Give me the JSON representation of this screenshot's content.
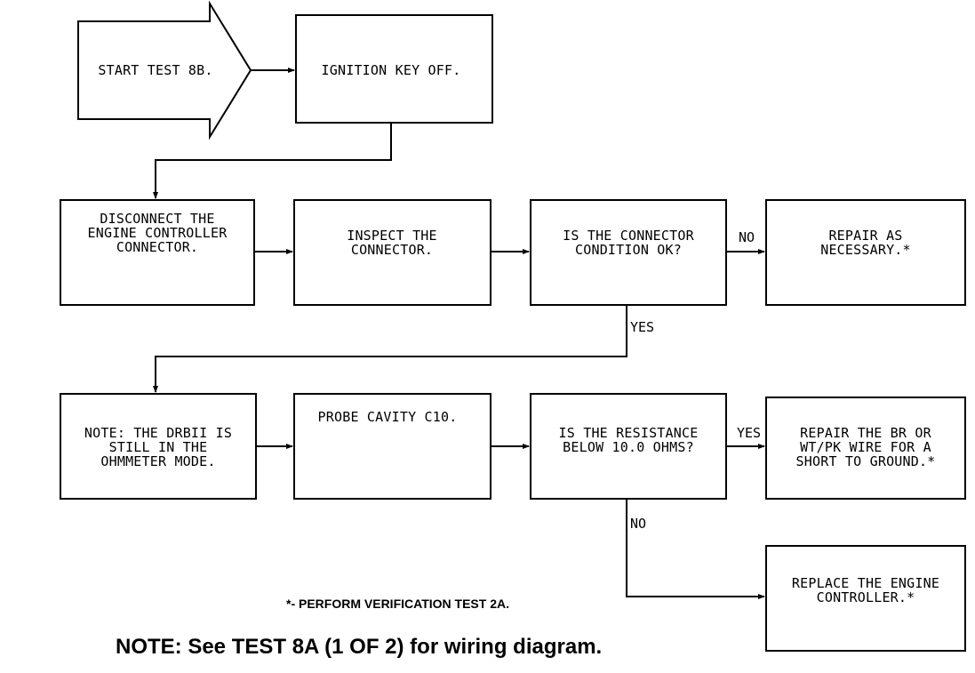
{
  "start": [
    "START TEST 8B."
  ],
  "ignition": [
    "IGNITION KEY OFF."
  ],
  "disconnect": [
    "DISCONNECT THE",
    "ENGINE CONTROLLER",
    "CONNECTOR."
  ],
  "inspect": [
    "INSPECT THE",
    "CONNECTOR."
  ],
  "connector_ok": [
    "IS THE CONNECTOR",
    "CONDITION OK?"
  ],
  "repair_necessary": [
    "REPAIR AS",
    "NECESSARY.*"
  ],
  "note_drbii": [
    "NOTE: THE DRBII IS",
    "STILL IN THE",
    "OHMMETER MODE."
  ],
  "probe": [
    "PROBE CAVITY C10."
  ],
  "resistance": [
    "IS THE RESISTANCE",
    "BELOW 10.0 OHMS?"
  ],
  "repair_wire": [
    "REPAIR THE BR OR",
    "WT/PK WIRE FOR A",
    "SHORT TO GROUND.*"
  ],
  "replace": [
    "REPLACE THE ENGINE",
    "CONTROLLER.*"
  ],
  "labels": {
    "no_1": "NO",
    "yes_1": "YES",
    "yes_2": "YES",
    "no_2": "NO"
  },
  "footnotes": {
    "verification": "*- PERFORM VERIFICATION TEST 2A.",
    "wiring": "NOTE: See TEST 8A (1 OF 2) for wiring diagram."
  }
}
